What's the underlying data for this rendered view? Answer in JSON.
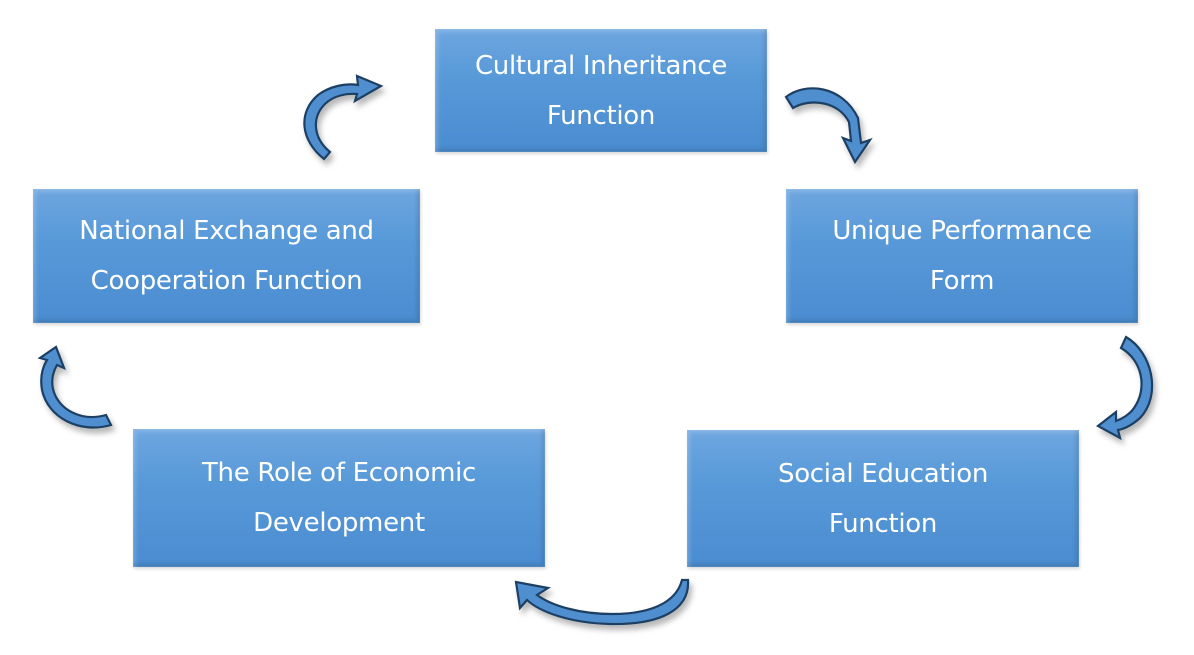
{
  "diagram": {
    "type": "cycle",
    "nodes": [
      {
        "id": "cultural-inheritance",
        "label": "Cultural Inheritance\nFunction"
      },
      {
        "id": "unique-performance",
        "label": "Unique Performance\nForm"
      },
      {
        "id": "social-education",
        "label": "Social Education\nFunction"
      },
      {
        "id": "economic-development",
        "label": "The Role of Economic\nDevelopment"
      },
      {
        "id": "national-exchange",
        "label": "National Exchange and\nCooperation Function"
      }
    ],
    "edges": [
      {
        "from": "cultural-inheritance",
        "to": "unique-performance",
        "icon": "curved-arrow-icon"
      },
      {
        "from": "unique-performance",
        "to": "social-education",
        "icon": "curved-arrow-icon"
      },
      {
        "from": "social-education",
        "to": "economic-development",
        "icon": "curved-arrow-icon"
      },
      {
        "from": "economic-development",
        "to": "national-exchange",
        "icon": "curved-arrow-icon"
      },
      {
        "from": "national-exchange",
        "to": "cultural-inheritance",
        "icon": "curved-arrow-icon"
      }
    ],
    "colors": {
      "box": "#5799d8",
      "arrow_fill": "#4f8fd0",
      "arrow_stroke": "#1f3f63",
      "text": "#ffffff"
    }
  }
}
